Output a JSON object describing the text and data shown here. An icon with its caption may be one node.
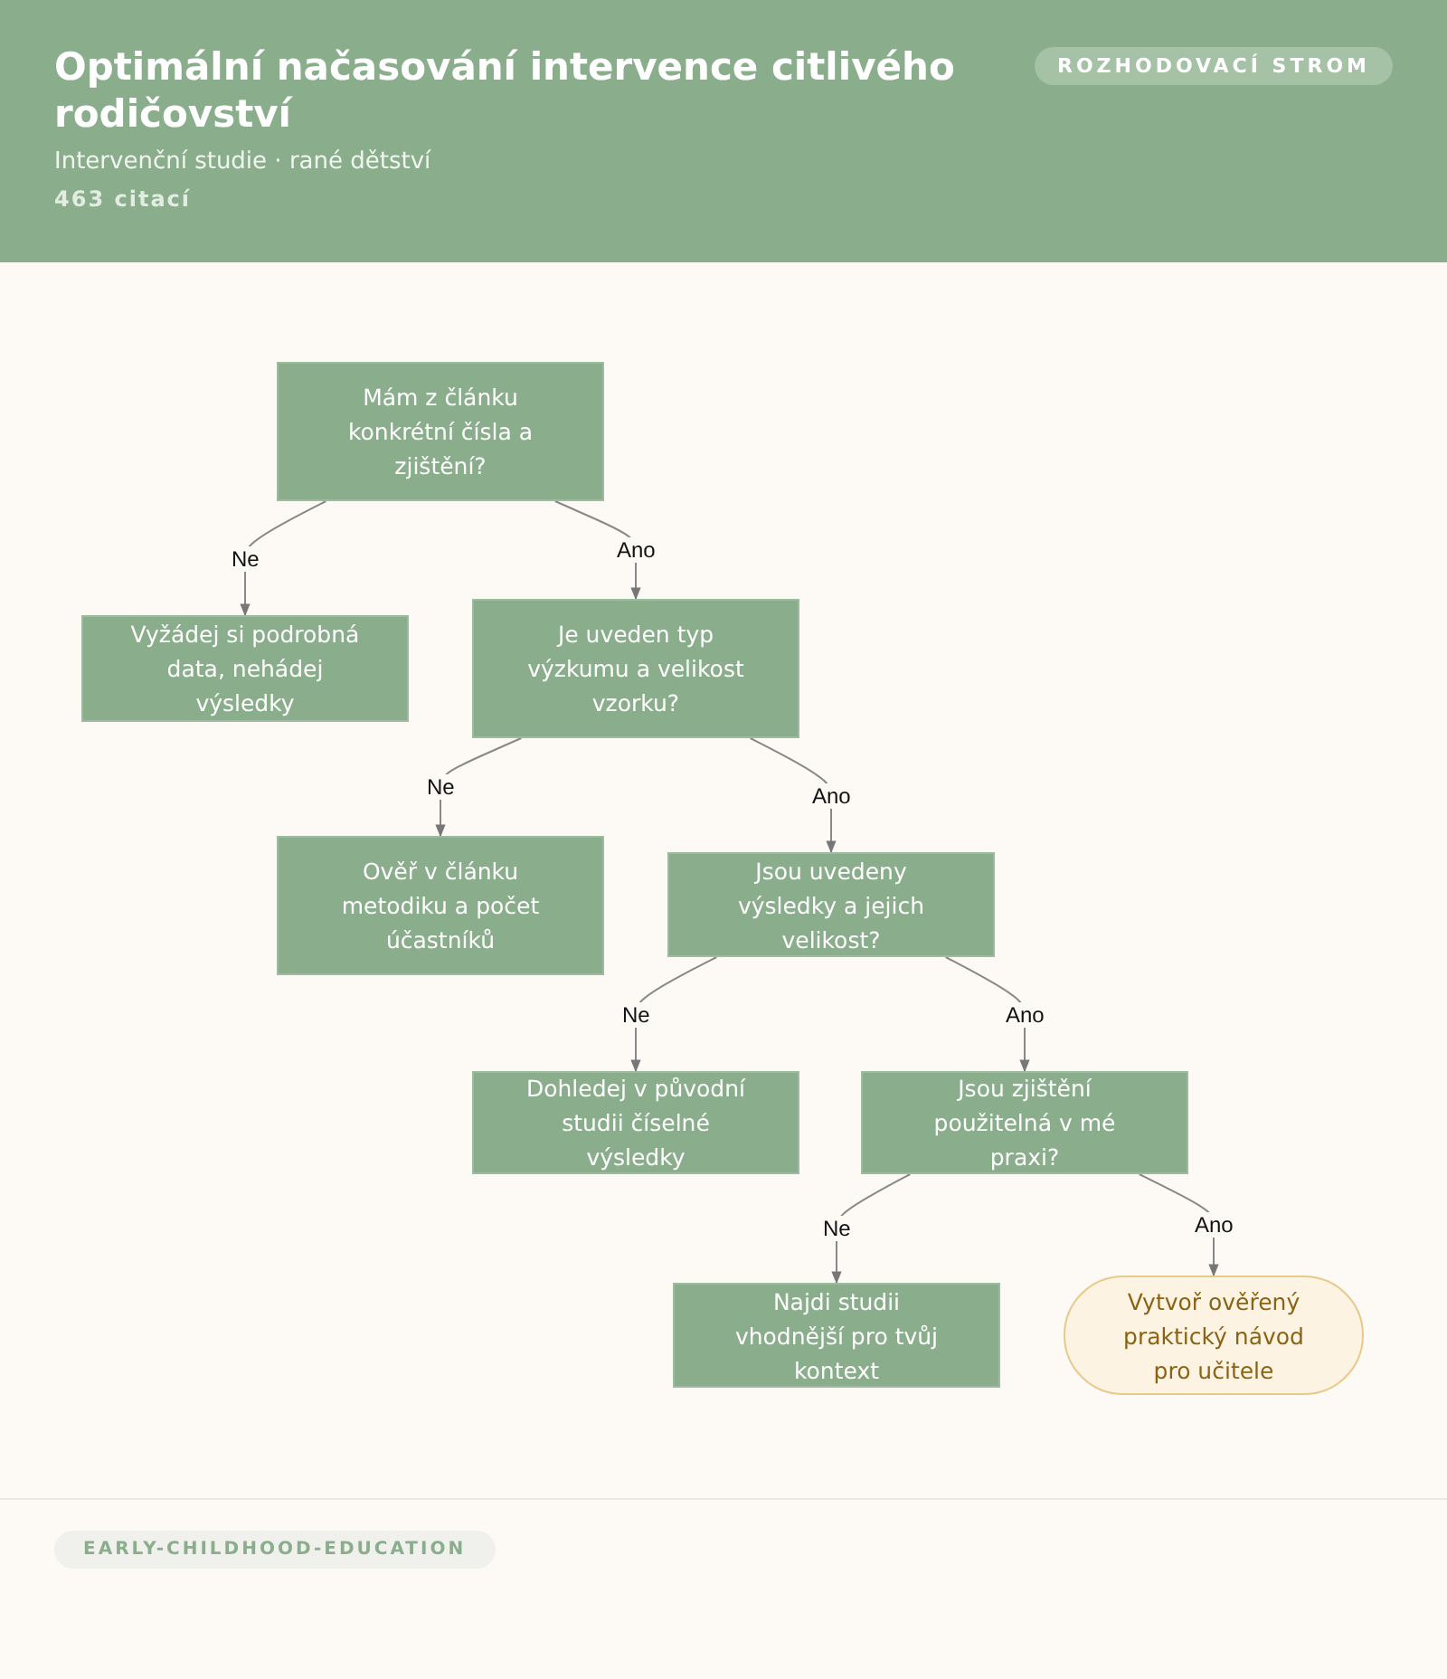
{
  "diagram": {
    "title": "Optimální načasování intervence citlivého rodičovství",
    "nodes": [
      {
        "text": [
          "Mám z článku konkrétní čísla a zjištění?"
        ]
      },
      {
        "text": [
          "Vyžádej si podrobná data, nehádej výsledky"
        ]
      },
      {
        "text": [
          "Je uveden typ výzkumu a velikost vzorku?"
        ]
      },
      {
        "text": [
          "Ověř v článku metodiku a počet účastníků"
        ]
      },
      {
        "text": [
          "Jsou uvedeny výsledky a jejich velikost?"
        ]
      },
      {
        "text": [
          "Dohledej v původní studii číselné výsledky"
        ]
      },
      {
        "text": [
          "Jsou zjištění použitelná v mé praxi?"
        ]
      },
      {
        "text": [
          "Najdi studii vhodnější pro tvůj kontext"
        ]
      },
      {
        "text": [
          "Vytvoř ověřený praktický návod pro učitele"
        ]
      }
    ],
    "edges": [
      {
        "from": 0,
        "to": 1,
        "arrow": "to",
        "label": "Ne"
      },
      {
        "from": 0,
        "to": 2,
        "arrow": "to",
        "label": "Ano"
      },
      {
        "from": 2,
        "to": 3,
        "arrow": "to",
        "label": "Ne"
      },
      {
        "from": 2,
        "to": 4,
        "arrow": "to",
        "label": "Ano"
      },
      {
        "from": 4,
        "to": 5,
        "arrow": "to",
        "label": "Ne"
      },
      {
        "from": 4,
        "to": 6,
        "arrow": "to",
        "label": "Ano"
      },
      {
        "from": 6,
        "to": 7,
        "arrow": "to",
        "label": "Ne"
      },
      {
        "from": 6,
        "to": 8,
        "arrow": "to",
        "label": "Ano"
      }
    ],
    "labels": [
      "Intervenční studie · rané dětství",
      "463 citací",
      "ROZHODOVACÍ STROM",
      "EARLY-CHILDHOOD-EDUCATION"
    ]
  }
}
